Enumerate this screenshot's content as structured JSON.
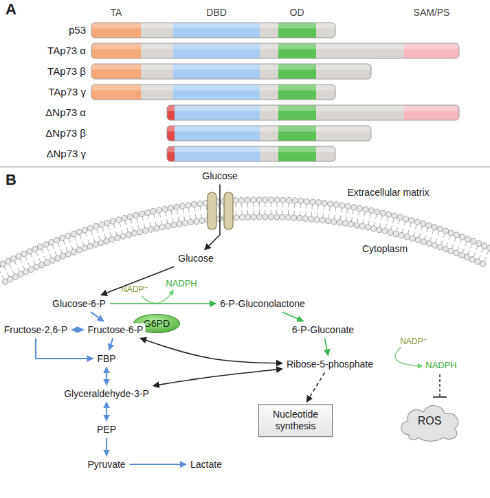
{
  "diagram": {
    "nodes": [
      {
        "text": [
          "Glucose"
        ]
      },
      {
        "text": [
          "Glucose"
        ]
      },
      {
        "text": [
          "Glucose-6-P"
        ]
      },
      {
        "text": [
          "G6PD"
        ]
      },
      {
        "text": [
          "6-P-Gluconolactone"
        ]
      },
      {
        "text": [
          "6-P-Gluconate"
        ]
      },
      {
        "text": [
          "Ribose-5-phosphate"
        ]
      },
      {
        "text": [
          "Fructose-2,6-P"
        ]
      },
      {
        "text": [
          "Fructose-6-P"
        ]
      },
      {
        "text": [
          "FBP"
        ]
      },
      {
        "text": [
          "Glyceraldehyde-3-P"
        ]
      },
      {
        "text": [
          "PEP"
        ]
      },
      {
        "text": [
          "Pyruvate"
        ]
      },
      {
        "text": [
          "Lactate"
        ]
      },
      {
        "text": [
          "Nucleotide synthesis"
        ]
      },
      {
        "text": [
          "ROS"
        ]
      }
    ],
    "edges": [
      {
        "from": 0,
        "to": 1,
        "arrow": "to"
      },
      {
        "from": 1,
        "to": 2,
        "arrow": "to"
      },
      {
        "from": 2,
        "to": 4,
        "arrow": "to"
      },
      {
        "from": 4,
        "to": 5,
        "arrow": "to"
      },
      {
        "from": 5,
        "to": 6,
        "arrow": "to"
      },
      {
        "from": 7,
        "to": 8,
        "arrow": "both"
      },
      {
        "from": 7,
        "to": 9,
        "arrow": "to"
      },
      {
        "from": 2,
        "to": 8,
        "arrow": "to"
      },
      {
        "from": 8,
        "to": 9,
        "arrow": "to"
      },
      {
        "from": 9,
        "to": 10,
        "arrow": "both"
      },
      {
        "from": 10,
        "to": 11,
        "arrow": "both"
      },
      {
        "from": 11,
        "to": 12,
        "arrow": "to"
      },
      {
        "from": 12,
        "to": 13,
        "arrow": "to"
      },
      {
        "from": 8,
        "to": 6,
        "arrow": "both"
      },
      {
        "from": 10,
        "to": 6,
        "arrow": "both"
      },
      {
        "from": 6,
        "to": 14,
        "arrow": "to"
      }
    ],
    "labels": [
      "A",
      "TA",
      "DBD",
      "OD",
      "SAM/PS",
      "p53",
      "TAp73 α",
      "TAp73 β",
      "TAp73 γ",
      "ΔNp73 α",
      "ΔNp73 β",
      "ΔNp73 γ",
      "B",
      "Extracellular matrix",
      "Cytoplasm",
      "NADP⁺",
      "NADPH",
      "NADP⁺",
      "NADPH"
    ]
  }
}
